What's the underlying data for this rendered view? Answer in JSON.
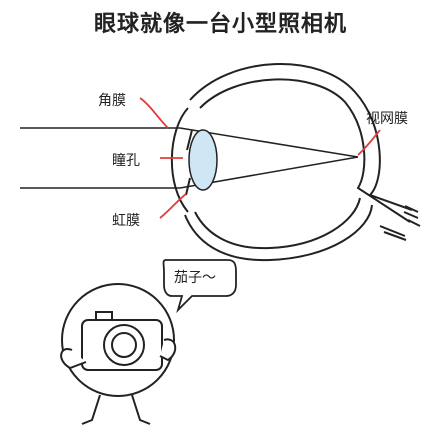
{
  "title": "眼球就像一台小型照相机",
  "labels": {
    "cornea": "角膜",
    "pupil": "瞳孔",
    "iris": "虹膜",
    "retina": "视网膜"
  },
  "speech": "茄子～",
  "colors": {
    "line": "#222222",
    "lens_fill": "#cfe6f4",
    "accent": "#e33b3b"
  }
}
